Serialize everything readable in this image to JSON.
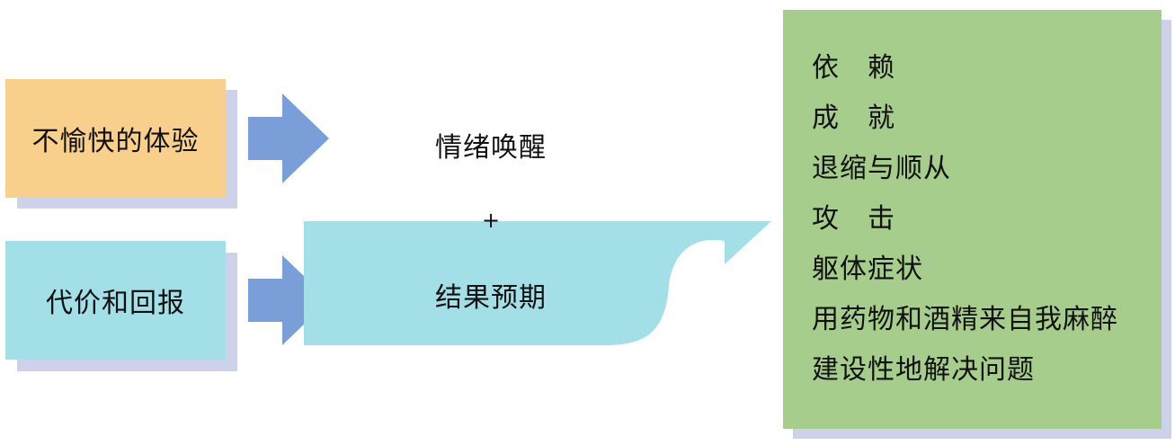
{
  "inputs": [
    {
      "label": "不愉快的体验",
      "color": "#f8cf8b"
    },
    {
      "label": "代价和回报",
      "color": "#a3dfe6"
    }
  ],
  "process": {
    "top": "情绪唤醒",
    "operator": "+",
    "bottom": "结果预期",
    "banner_color": "#a3dfe6",
    "arrow_color": "#7a9ed8"
  },
  "outcomes": {
    "color": "#a6cd8c",
    "items": [
      "依　赖",
      "成　就",
      "退缩与顺从",
      "攻　击",
      "躯体症状",
      "用药物和酒精来自我麻醉",
      "建设性地解决问题"
    ]
  }
}
